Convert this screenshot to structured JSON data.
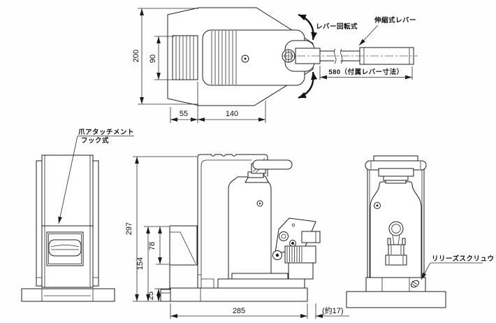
{
  "drawing": {
    "labels": {
      "lever_rotation": "レバー回転式",
      "telescopic_lever": "伸縮式レバー",
      "claw_attachment_line1": "爪アタッチメント",
      "claw_attachment_line2": "フック式",
      "release_screw": "リリーズスクリュウ"
    },
    "dims": {
      "d200": "200",
      "d90": "90",
      "d55": "55",
      "d140": "140",
      "d580": "580（付属レバー寸法）",
      "d297": "297",
      "d154": "154",
      "d78": "78",
      "d25": "25",
      "d285": "285",
      "d17": "(約17)"
    }
  }
}
